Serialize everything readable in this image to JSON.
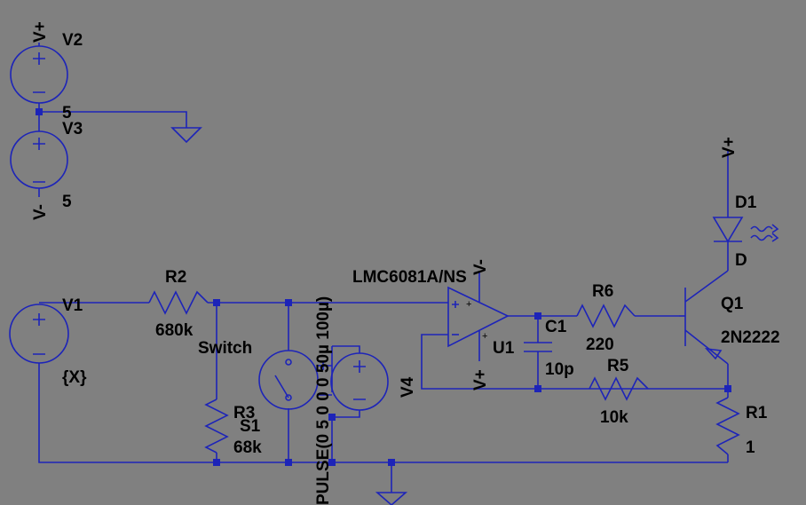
{
  "app": "LTspice schematic",
  "colors": {
    "background": "#808080",
    "wire": "#1d24b8",
    "text": "#000000"
  },
  "nets": {
    "vplus": "V+",
    "vminus": "V-"
  },
  "components": {
    "v2": {
      "name": "V2",
      "value": "5"
    },
    "v3": {
      "name": "V3",
      "value": "5"
    },
    "v1": {
      "name": "V1",
      "value": "{X}"
    },
    "r2": {
      "name": "R2",
      "value": "680k"
    },
    "r3": {
      "name": "R3",
      "value": "68k"
    },
    "s1": {
      "name": "S1",
      "model": "Switch"
    },
    "v4": {
      "name": "V4",
      "value": "PULSE(0 5 0 0 0 50µ 100µ)"
    },
    "u1": {
      "name": "U1",
      "model": "LMC6081A/NS"
    },
    "c1": {
      "name": "C1",
      "value": "10p"
    },
    "r6": {
      "name": "R6",
      "value": "220"
    },
    "r5": {
      "name": "R5",
      "value": "10k"
    },
    "q1": {
      "name": "Q1",
      "model": "2N2222"
    },
    "d1": {
      "name": "D1",
      "model": "D"
    },
    "r1": {
      "name": "R1",
      "value": "1"
    }
  }
}
